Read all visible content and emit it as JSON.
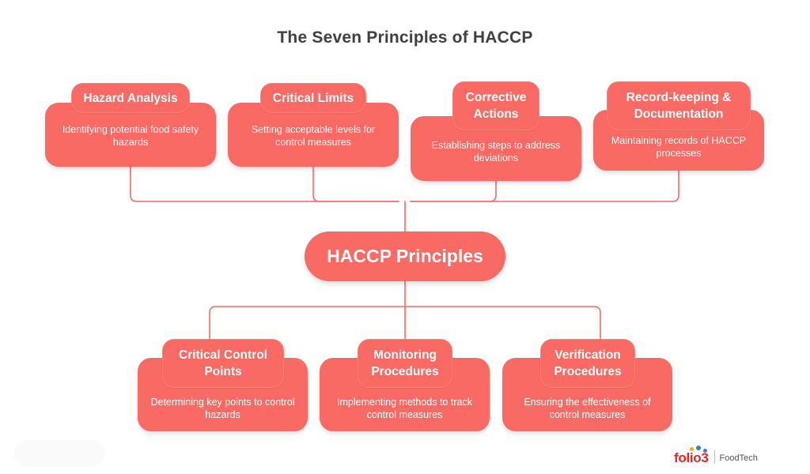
{
  "title": "The Seven Principles of HACCP",
  "center": {
    "label": "HACCP Principles"
  },
  "colors": {
    "node_fill": "#f96a64",
    "node_border": "#fb7f79",
    "connector": "#f96a64",
    "title_text": "#404040",
    "node_text": "#ffffff"
  },
  "top_row": [
    {
      "heading": "Hazard Analysis",
      "description": "Identifying potential food safety hazards"
    },
    {
      "heading": "Critical Limits",
      "description": "Setting acceptable levels for control measures"
    },
    {
      "heading": "Corrective Actions",
      "description": "Establishing steps to address deviations"
    },
    {
      "heading": "Record-keeping & Documentation",
      "description": "Maintaining records of HACCP processes"
    }
  ],
  "bottom_row": [
    {
      "heading": "Critical Control Points",
      "description": "Determining key points to control hazards"
    },
    {
      "heading": "Monitoring Procedures",
      "description": "Implementing methods to track control measures"
    },
    {
      "heading": "Verification Procedures",
      "description": "Ensuring the effectiveness of control measures"
    }
  ],
  "logo": {
    "word": "folio3",
    "sub": "FoodTech"
  }
}
